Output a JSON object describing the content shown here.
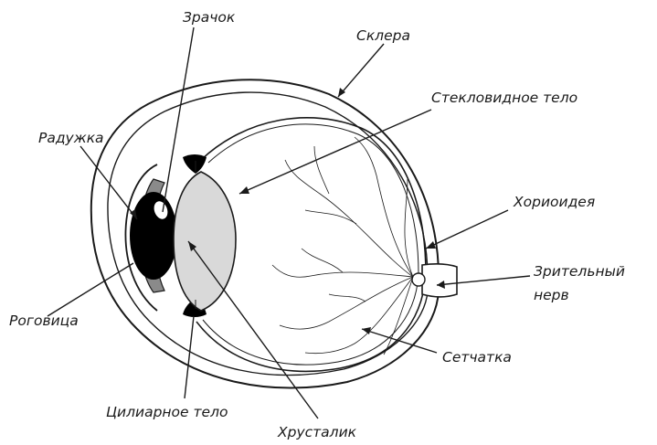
{
  "labels": {
    "pupil": "Зрачок",
    "sclera": "Склера",
    "vitreous": "Стекловидное тело",
    "iris": "Радужка",
    "choroid": "Хориоидея",
    "optic_nerve_line1": "Зрительный",
    "optic_nerve_line2": "нерв",
    "cornea": "Роговица",
    "retina": "Сетчатка",
    "ciliary_body": "Цилиарное тело",
    "lens": "Хрусталик"
  },
  "colors": {
    "ink": "#1a1a1a",
    "iris_fill": "#8a8a8a",
    "lens_fill": "#d9d9d9",
    "pupil_fill": "#000000",
    "background": "#ffffff"
  }
}
